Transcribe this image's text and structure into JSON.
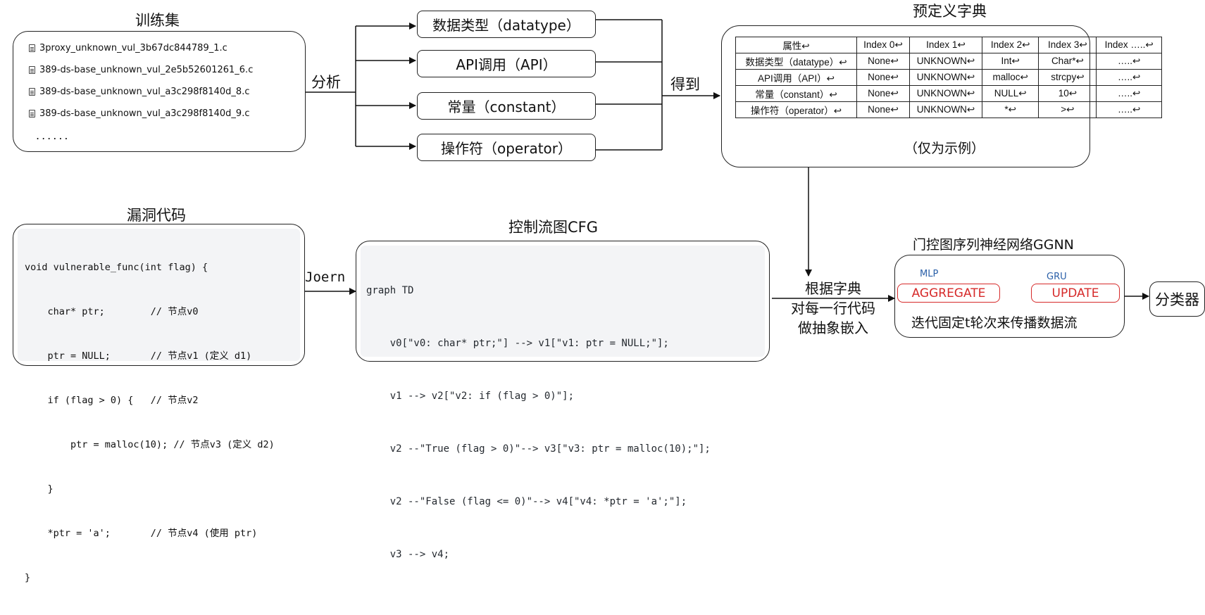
{
  "training_set": {
    "title": "训练集",
    "files": [
      "3proxy_unknown_vul_3b67dc844789_1.c",
      "389-ds-base_unknown_vul_2e5b52601261_6.c",
      "389-ds-base_unknown_vul_a3c298f8140d_8.c",
      "389-ds-base_unknown_vul_a3c298f8140d_9.c"
    ],
    "ellipsis": "......"
  },
  "analyze_label": "分析",
  "categories": [
    "数据类型（datatype）",
    "API调用（API）",
    "常量（constant）",
    "操作符（operator）"
  ],
  "obtain_label": "得到",
  "dictionary": {
    "title": "预定义字典",
    "header": [
      "属性↩",
      "Index 0↩",
      "Index 1↩",
      "Index 2↩",
      "Index 3↩",
      "Index …..↩"
    ],
    "rows": [
      [
        "数据类型（datatype）↩",
        "None↩",
        "UNKNOWN↩",
        "Int↩",
        "Char*↩",
        "…..↩"
      ],
      [
        "API调用（API）↩",
        "None↩",
        "UNKNOWN↩",
        "malloc↩",
        "strcpy↩",
        "…..↩"
      ],
      [
        "常量（constant）↩",
        "None↩",
        "UNKNOWN↩",
        "NULL↩",
        "10↩",
        "…..↩"
      ],
      [
        "操作符（operator）↩",
        "None↩",
        "UNKNOWN↩",
        "*↩",
        ">↩",
        "…..↩"
      ]
    ],
    "note": "（仅为示例）"
  },
  "vuln_code": {
    "title": "漏洞代码",
    "lines": [
      "void vulnerable_func(int flag) {",
      "    char* ptr;        // 节点v0",
      "    ptr = NULL;       // 节点v1 (定义 d1)",
      "    if (flag > 0) {   // 节点v2",
      "        ptr = malloc(10); // 节点v3 (定义 d2)",
      "    }",
      "    *ptr = 'a';       // 节点v4 (使用 ptr)",
      "}"
    ]
  },
  "joern_label": "Joern",
  "cfg": {
    "title": "控制流图CFG",
    "lines": [
      "graph TD",
      "    v0[\"v0: char* ptr;\"] --> v1[\"v1: ptr = NULL;\"];",
      "    v1 --> v2[\"v2: if (flag > 0)\"];",
      "    v2 --\"True (flag > 0)\"--> v3[\"v3: ptr = malloc(10);\"];",
      "    v2 --\"False (flag <= 0)\"--> v4[\"v4: *ptr = 'a';\"];",
      "    v3 --> v4;"
    ]
  },
  "embed_label": [
    "根据字典",
    "对每一行代码",
    "做抽象嵌入"
  ],
  "ggnn": {
    "title": "门控图序列神经网络GGNN",
    "mlp": "MLP",
    "gru": "GRU",
    "aggregate": "AGGREGATE",
    "update": "UPDATE",
    "caption": "迭代固定t轮次来传播数据流"
  },
  "classifier": "分类器",
  "colors": {
    "accent_red": "#d62a2a",
    "accent_blue": "#2a5fa8",
    "keyword": "#7a3fb8",
    "comment": "#7d8590"
  }
}
